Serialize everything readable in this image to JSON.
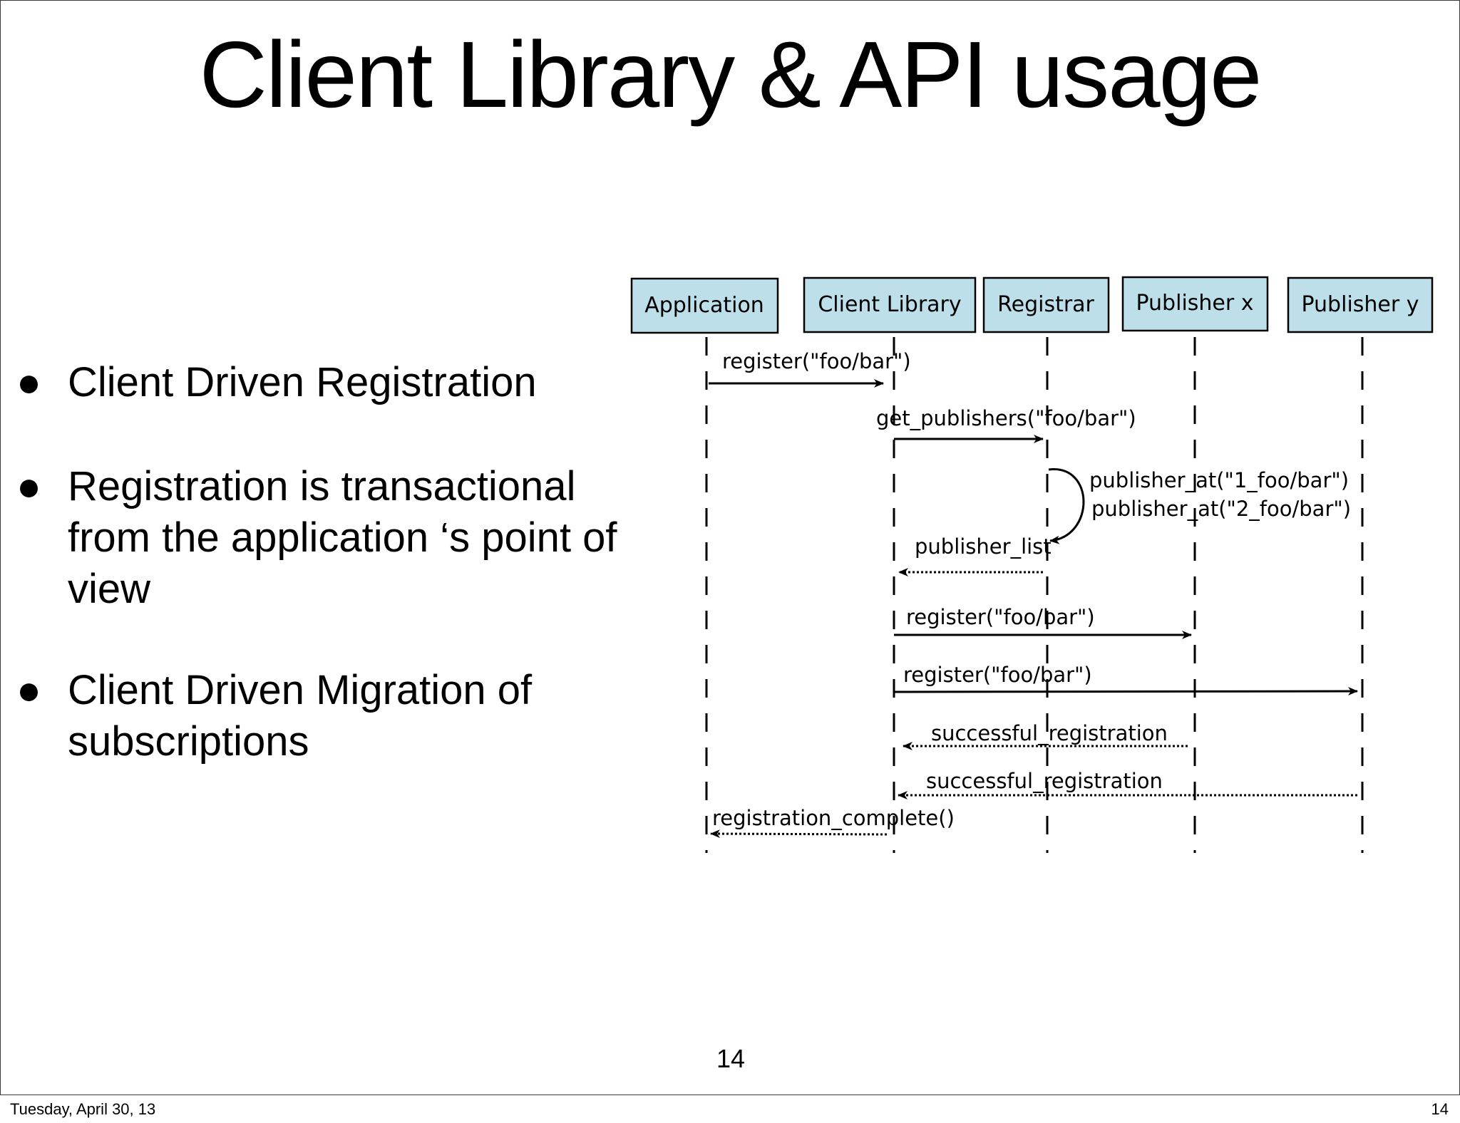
{
  "slide": {
    "title": "Client Library & API usage",
    "bullets": [
      "Client Driven Registration",
      "Registration is transactional from the application ‘s point of view",
      "Client Driven Migration of subscriptions"
    ],
    "page_number": "14"
  },
  "footer": {
    "date": "Tuesday, April 30, 13",
    "page": "14"
  },
  "diagram": {
    "participants": [
      "Application",
      "Client Library",
      "Registrar",
      "Publisher x",
      "Publisher y"
    ],
    "messages": [
      {
        "label": "register(\"foo/bar\")",
        "from": "Application",
        "to": "Client Library",
        "style": "solid"
      },
      {
        "label": "get_publishers(\"foo/bar\")",
        "from": "Client Library",
        "to": "Registrar",
        "style": "solid"
      },
      {
        "label": "publisher_at(\"1_foo/bar\")",
        "from": "Registrar",
        "to": "Registrar",
        "style": "self"
      },
      {
        "label": "publisher_at(\"2_foo/bar\")",
        "from": "Registrar",
        "to": "Registrar",
        "style": "self"
      },
      {
        "label": "publisher_list",
        "from": "Registrar",
        "to": "Client Library",
        "style": "dotted"
      },
      {
        "label": "register(\"foo/bar\")",
        "from": "Client Library",
        "to": "Publisher x",
        "style": "solid"
      },
      {
        "label": "register(\"foo/bar\")",
        "from": "Client Library",
        "to": "Publisher y",
        "style": "solid"
      },
      {
        "label": "successful_registration",
        "from": "Publisher x",
        "to": "Client Library",
        "style": "dotted"
      },
      {
        "label": "successful_registration",
        "from": "Publisher y",
        "to": "Client Library",
        "style": "dotted"
      },
      {
        "label": "registration_complete()",
        "from": "Client Library",
        "to": "Application",
        "style": "dotted"
      }
    ],
    "colors": {
      "participant_fill": "#bcdfe9",
      "line": "#000000"
    }
  }
}
